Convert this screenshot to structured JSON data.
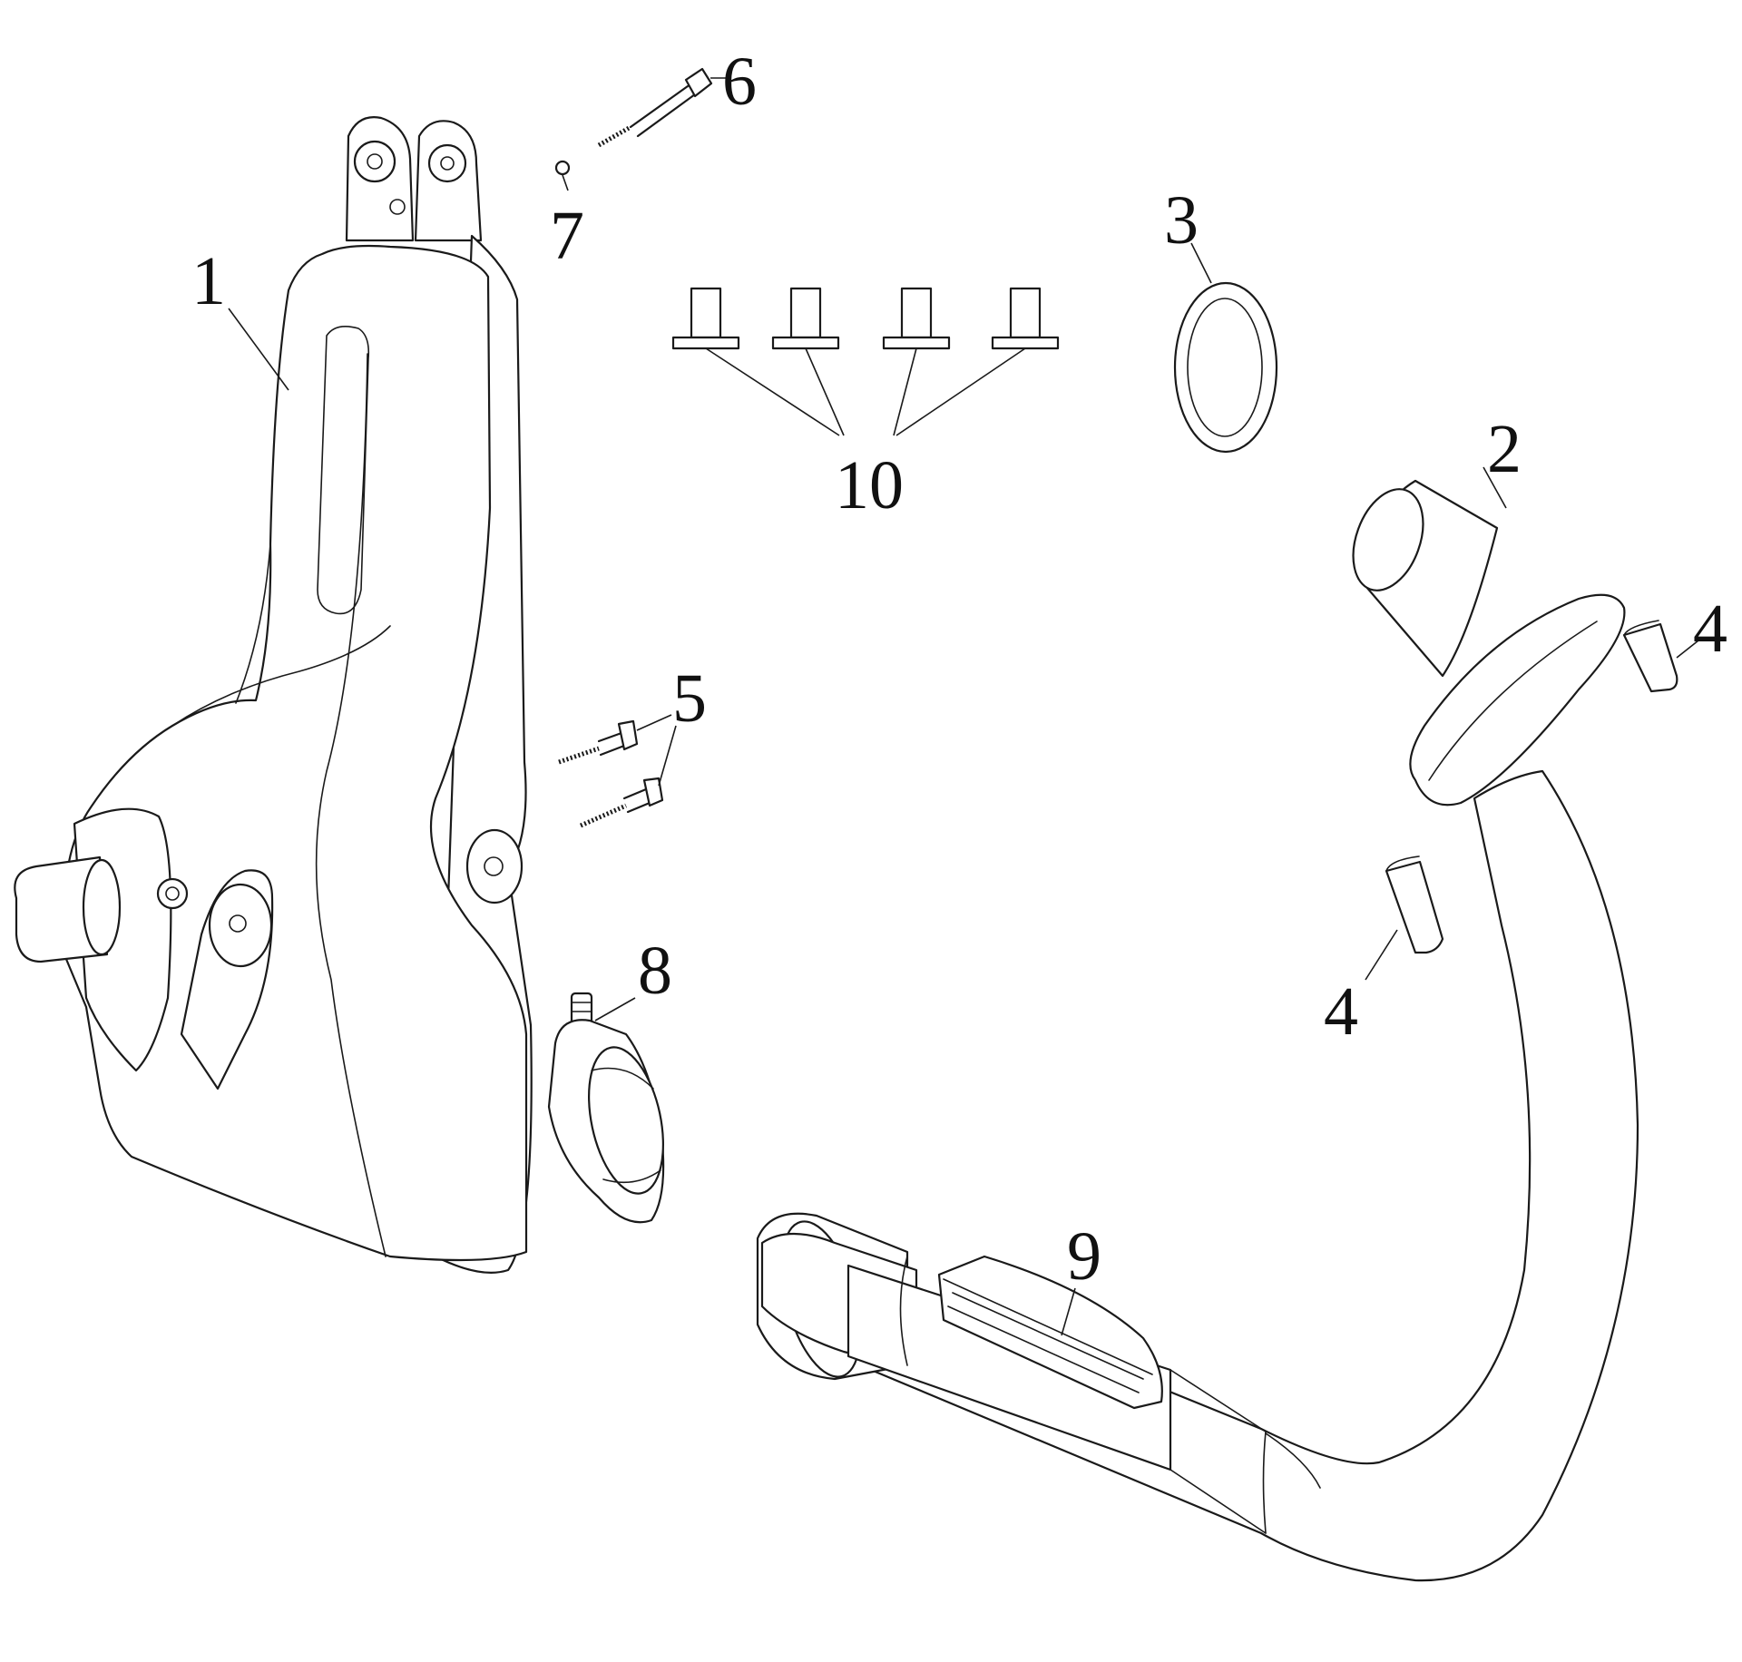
{
  "diagram": {
    "type": "exploded-parts-diagram",
    "callouts": {
      "frame_bracket": "1",
      "exhaust_pipe": "2",
      "gasket_ring": "3",
      "stud_right": "4",
      "stud_lower": "4",
      "bolts_pair": "5",
      "bolt_long": "6",
      "nut_small": "7",
      "pipe_clamp": "8",
      "heat_shield": "9",
      "bushings": "10"
    },
    "colors": {
      "line": "#1a1a1a",
      "background": "#ffffff",
      "label": "#111111"
    }
  }
}
